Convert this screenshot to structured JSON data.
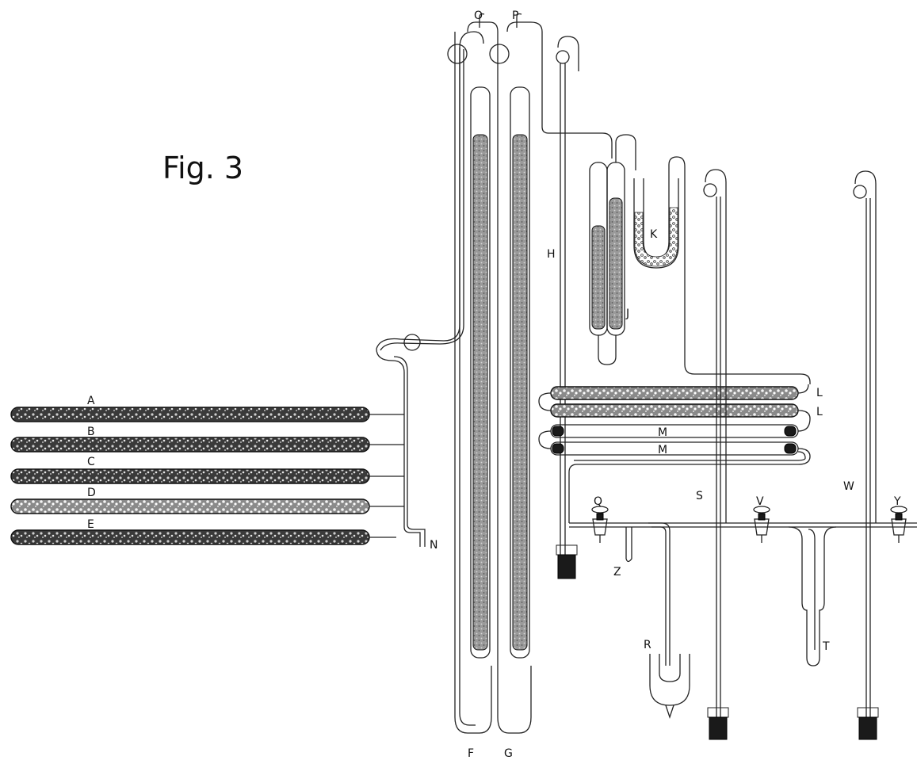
{
  "figure": {
    "title": "Fig. 3"
  },
  "labels": {
    "A": "A",
    "B": "B",
    "C": "C",
    "D": "D",
    "E": "E",
    "F": "F",
    "G": "G",
    "H": "H",
    "J": "J",
    "K": "K",
    "L1": "L",
    "L2": "L",
    "M1": "M",
    "M2": "M",
    "N": "N",
    "O": "O",
    "P": "P",
    "Q": "Q",
    "R": "R",
    "S": "S",
    "T": "T",
    "V": "V",
    "W": "W",
    "Y": "Y",
    "Z": "Z"
  },
  "colors": {
    "ink": "#111111",
    "paper": "#ffffff"
  }
}
